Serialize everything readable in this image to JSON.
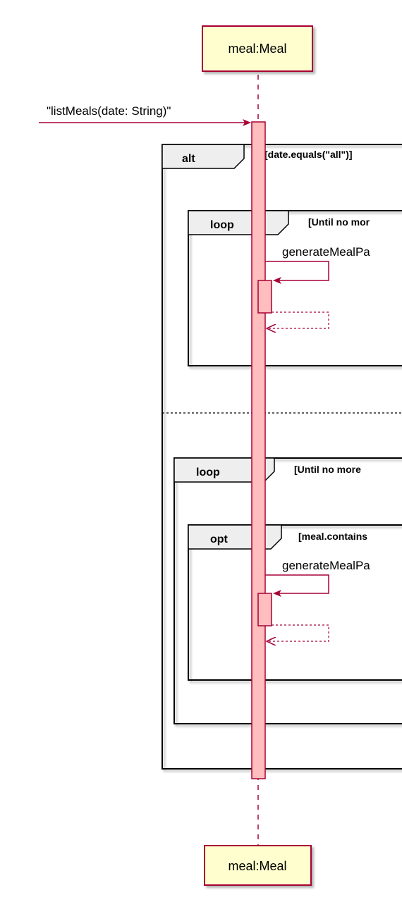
{
  "participant": {
    "top_label": "meal:Meal",
    "bottom_label": "meal:Meal"
  },
  "incoming_message": {
    "label": "\"listMeals(date: String)\""
  },
  "fragments": {
    "alt": {
      "keyword": "alt",
      "guard": "[date.equals(\"all\")]"
    },
    "loop_inner_alt": {
      "keyword": "loop",
      "guard": "[Until no mor",
      "self_call_label": "generateMealPa"
    },
    "loop_else": {
      "keyword": "loop",
      "guard": "[Until no more"
    },
    "opt": {
      "keyword": "opt",
      "guard": "[meal.contains",
      "self_call_label": "generateMealPa"
    }
  },
  "colors": {
    "participant_fill": "#fefece",
    "participant_border": "#a80036",
    "activation_fill": "#ffbdbd",
    "arrow": "#a80036",
    "frame_header_fill": "#eeeeee"
  }
}
